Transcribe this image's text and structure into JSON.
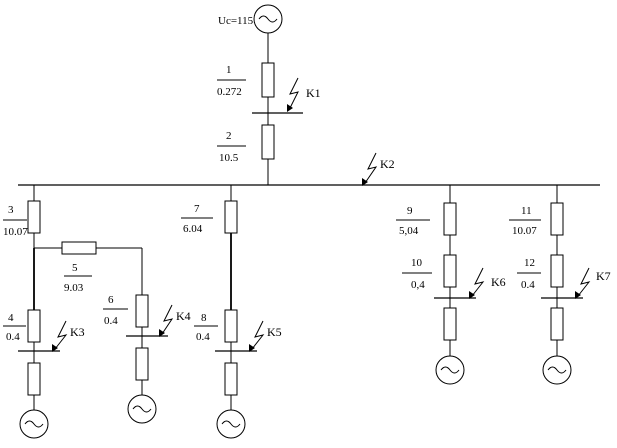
{
  "source": {
    "label": "Uc=115"
  },
  "elements": [
    {
      "num": "1",
      "value": "0.272"
    },
    {
      "num": "2",
      "value": "10.5"
    },
    {
      "num": "3",
      "value": "10.07"
    },
    {
      "num": "4",
      "value": "0.4"
    },
    {
      "num": "5",
      "value": "9.03"
    },
    {
      "num": "6",
      "value": "0.4"
    },
    {
      "num": "7",
      "value": "6.04"
    },
    {
      "num": "8",
      "value": "0.4"
    },
    {
      "num": "9",
      "value": "5,04"
    },
    {
      "num": "10",
      "value": "0,4"
    },
    {
      "num": "11",
      "value": "10.07"
    },
    {
      "num": "12",
      "value": "0.4"
    }
  ],
  "faults": [
    "K1",
    "K2",
    "K3",
    "K4",
    "K5",
    "K6",
    "K7"
  ]
}
